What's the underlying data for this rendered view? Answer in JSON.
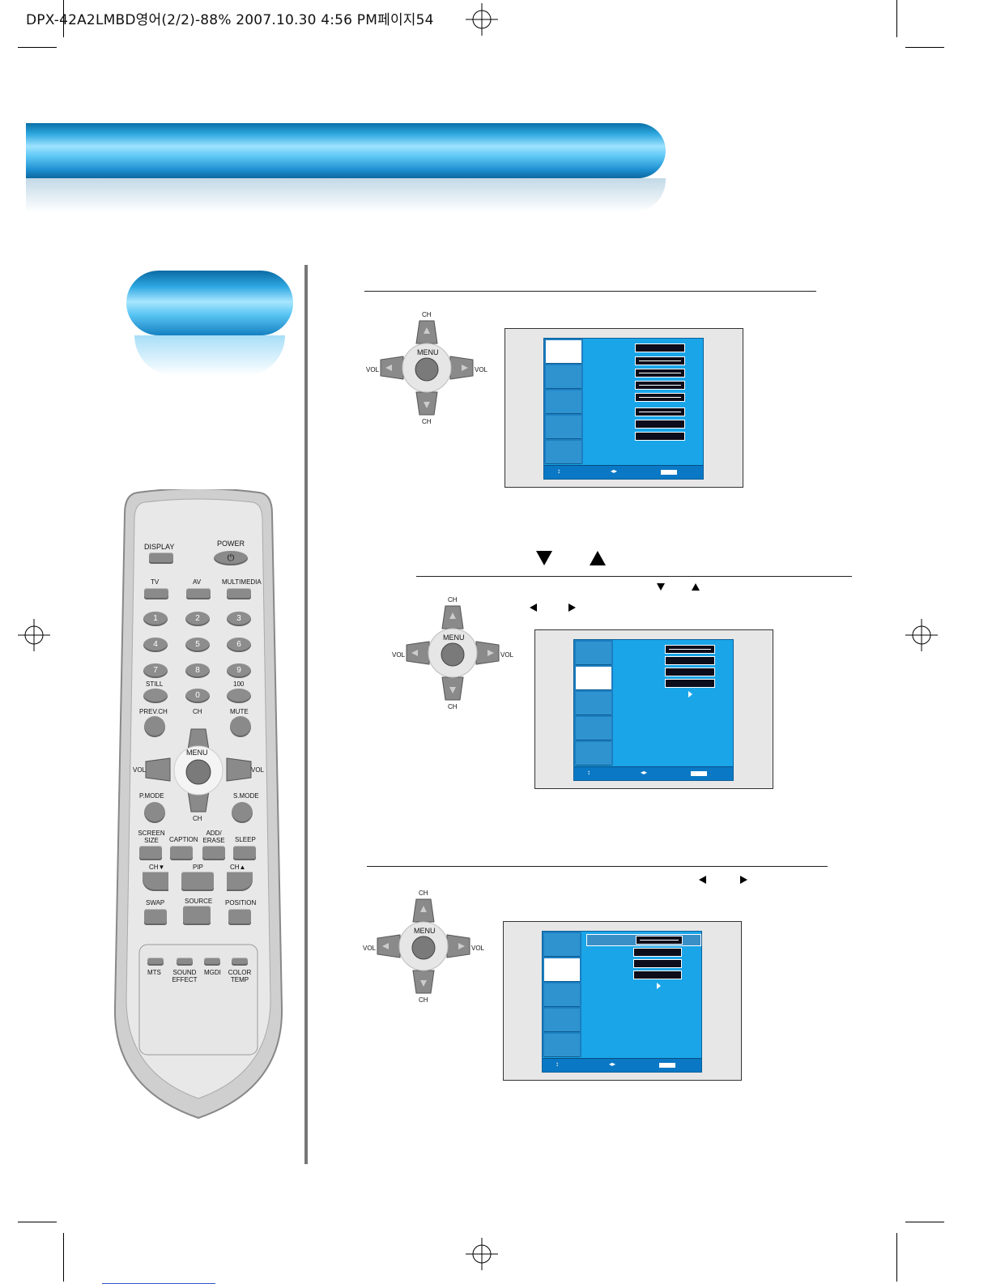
{
  "header": {
    "print_info": "DPX-42A2LMBD영어(2/2)-88% 2007.10.30 4:56 PM페이지54"
  },
  "remote": {
    "display": "DISPLAY",
    "power": "POWER",
    "tv": "TV",
    "av": "AV",
    "multimedia": "MULTIMEDIA",
    "digits": [
      "1",
      "2",
      "3",
      "4",
      "5",
      "6",
      "7",
      "8",
      "9",
      "0"
    ],
    "still": "STILL",
    "hundred": "100",
    "prev_ch": "PREV.CH",
    "ch": "CH",
    "mute": "MUTE",
    "menu": "MENU",
    "vol": "VOL",
    "p_mode": "P.MODE",
    "s_mode": "S.MODE",
    "screen_size": "SCREEN SIZE",
    "caption": "CAPTION",
    "add_erase": "ADD/ ERASE",
    "sleep": "SLEEP",
    "ch_down": "CH▼",
    "pip": "PIP",
    "ch_up": "CH▲",
    "swap": "SWAP",
    "source": "SOURCE",
    "position": "POSITION",
    "mts": "MTS",
    "sound_effect": "SOUND EFFECT",
    "mgdi": "MGDI",
    "color_temp": "COLOR TEMP"
  },
  "dpad": {
    "ch": "CH",
    "menu": "MENU",
    "vol": "VOL"
  },
  "colors": {
    "menu_blue": "#1aa5e8",
    "banner_blue": "#2fa8e0"
  }
}
